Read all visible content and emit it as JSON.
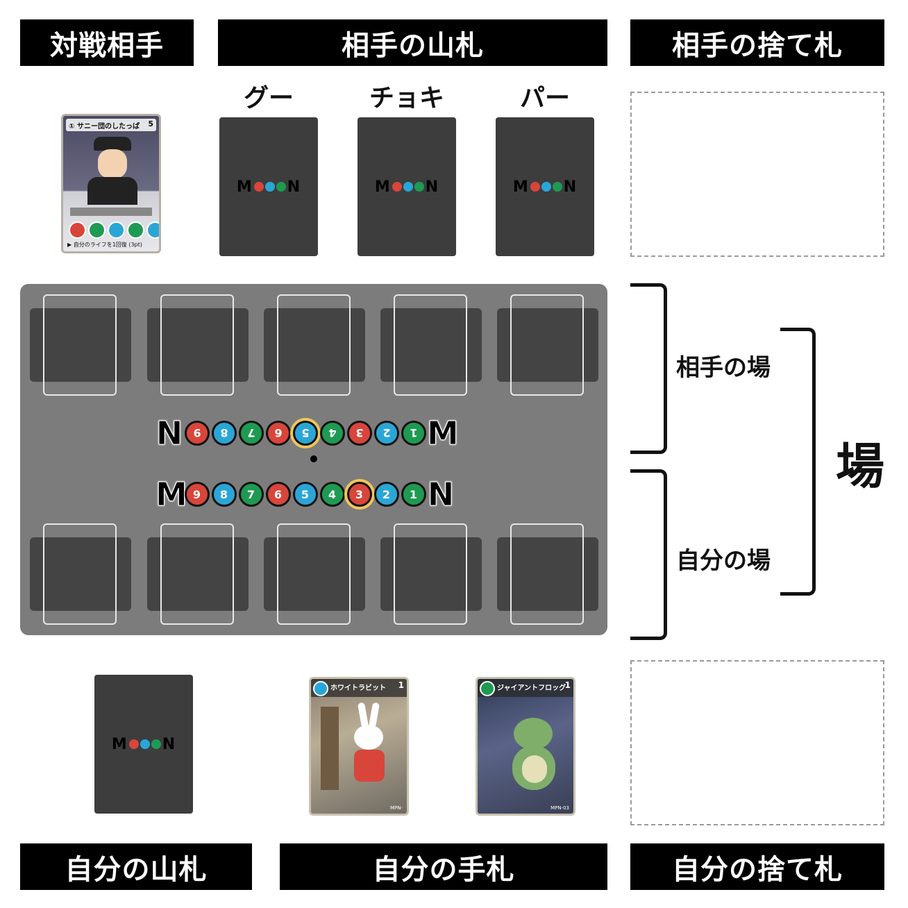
{
  "banners": {
    "opponent": "対戦相手",
    "opponent_deck": "相手の山札",
    "opponent_discard": "相手の捨て札",
    "my_deck": "自分の山札",
    "my_hand": "自分の手札",
    "my_discard": "自分の捨て札"
  },
  "deck_labels": {
    "rock": "グー",
    "scissors": "チョキ",
    "paper": "パー"
  },
  "logo": {
    "pre": "M",
    "post": "N",
    "dot_colors": [
      "#d8453b",
      "#2aa6d6",
      "#1e9a52"
    ]
  },
  "field_labels": {
    "opponent_field": "相手の場",
    "my_field": "自分の場",
    "field": "場"
  },
  "tracks": {
    "opponent": {
      "start_letter": "N",
      "end_letter": "M",
      "values": [
        "9",
        "8",
        "7",
        "6",
        "5",
        "4",
        "3",
        "2",
        "1"
      ],
      "highlight": "5"
    },
    "mine": {
      "start_letter": "M",
      "end_letter": "N",
      "values": [
        "9",
        "8",
        "7",
        "6",
        "5",
        "4",
        "3",
        "2",
        "1"
      ],
      "highlight": "3"
    }
  },
  "colors": {
    "red": "#d8453b",
    "blue": "#2aa6d6",
    "green": "#1e9a52",
    "highlight": "#f1c65a"
  },
  "opponent_card": {
    "title": "① サニー団のしたっぱ",
    "cost": "5",
    "footer": "▶ 自分のライフを1回復 (3pt)"
  },
  "hand_cards": [
    {
      "name": "ホワイトラビット",
      "cost": "1",
      "icon": "paper-hand-icon",
      "code": "MPN-"
    },
    {
      "name": "ジャイアントフロッグ",
      "cost": "1",
      "icon": "scissors-hand-icon",
      "code": "MPN-03"
    }
  ]
}
